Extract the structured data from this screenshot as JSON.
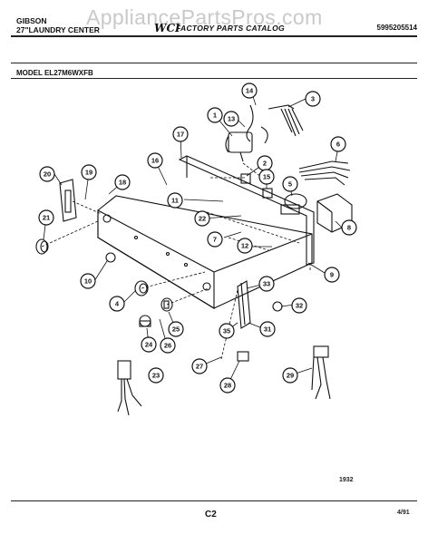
{
  "watermark": "AppliancePartsPros.com",
  "header": {
    "brand": "GIBSON",
    "product": "27\"LAUNDRY CENTER",
    "logo": "WCI",
    "catalog_title": "FACTORY PARTS CATALOG",
    "part_number": "5995205514",
    "model_label": "MODEL EL27M6WXFB"
  },
  "callouts": [
    "1",
    "2",
    "3",
    "4",
    "5",
    "6",
    "7",
    "8",
    "9",
    "10",
    "11",
    "12",
    "13",
    "14",
    "15",
    "16",
    "17",
    "18",
    "19",
    "20",
    "21",
    "22",
    "23",
    "24",
    "25",
    "26",
    "27",
    "28",
    "29",
    "31",
    "32",
    "33",
    "35"
  ],
  "footer": {
    "figure_code": "1932",
    "page_code": "C2",
    "date": "4/91"
  }
}
